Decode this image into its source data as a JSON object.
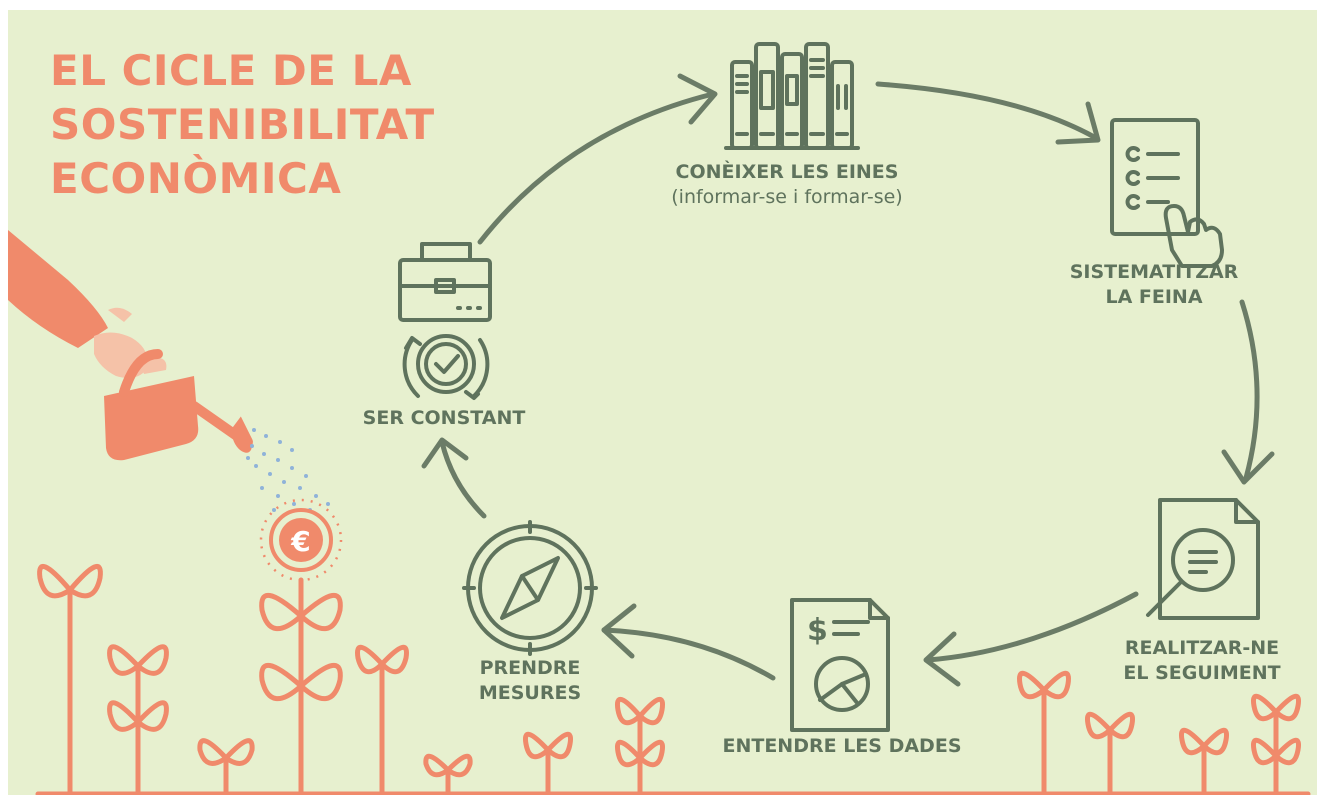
{
  "title": {
    "line1": "EL CICLE DE LA",
    "line2": "SOSTENIBILITAT",
    "line3": "ECONÒMICA"
  },
  "steps": {
    "eines": {
      "label": "CONÈIXER LES EINES",
      "sublabel": "(informar-se i formar-se)",
      "icon": "books-icon"
    },
    "sistematitzar": {
      "line1": "SISTEMATITZAR",
      "line2": "LA FEINA",
      "icon": "checklist-hand-icon"
    },
    "seguiment": {
      "line1": "REALITZAR-NE",
      "line2": "EL SEGUIMENT",
      "icon": "document-magnifier-icon"
    },
    "dades": {
      "label": "ENTENDRE LES DADES",
      "icon": "financial-report-icon"
    },
    "mesures": {
      "line1": "PRENDRE",
      "line2": "MESURES",
      "icon": "compass-icon"
    },
    "constant": {
      "label": "SER CONSTANT",
      "icon": "briefcase-clock-icon"
    }
  },
  "colors": {
    "background": "#e7f0cf",
    "title": "#f08a6b",
    "icons": "#5f735d",
    "plants": "#f08a6b",
    "water": "#8fb3d9"
  }
}
